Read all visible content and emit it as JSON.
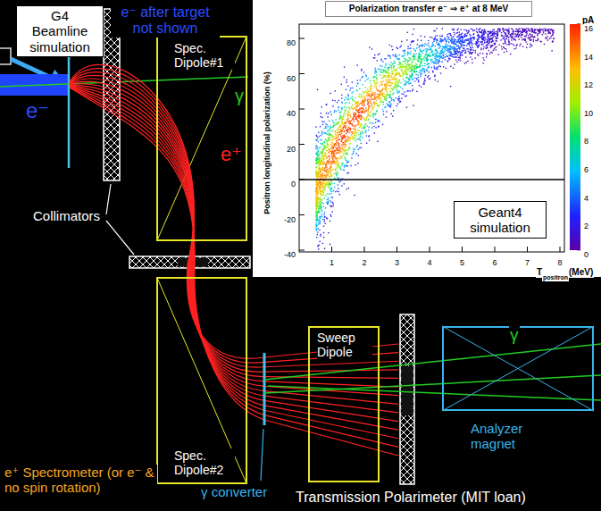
{
  "diagram": {
    "nodes": [
      {
        "text": [
          "G4 Beamline simulation"
        ]
      },
      {
        "text": [
          "Polarization transfer e⁻ ⇒ e⁺ at 8 MeV"
        ]
      },
      {
        "text": [
          "Geant4 simulation"
        ]
      },
      {
        "text": [
          "Spec. Dipole#1"
        ]
      },
      {
        "text": [
          "Spec. Dipole#2"
        ]
      },
      {
        "text": [
          "Sweep Dipole"
        ]
      },
      {
        "text": [
          "Analyzer magnet"
        ]
      }
    ],
    "labels": [
      "e⁻ after target not shown",
      "e⁻",
      "γ",
      "e⁺",
      "Collimators",
      "γ",
      "γ converter",
      "e⁺ Spectrometer (or e⁻ & no spin rotation)",
      "Transmission Polarimeter (MIT loan)",
      "pA",
      "16",
      "14",
      "12",
      "10",
      "8",
      "6",
      "4",
      "2",
      "0",
      "80",
      "60",
      "40",
      "20",
      "0",
      "-20",
      "-40",
      "1",
      "2",
      "3",
      "4",
      "5",
      "6",
      "7",
      "8",
      "Positron longitudinal polarization (%)",
      "T",
      "positron",
      "(MeV)"
    ]
  }
}
